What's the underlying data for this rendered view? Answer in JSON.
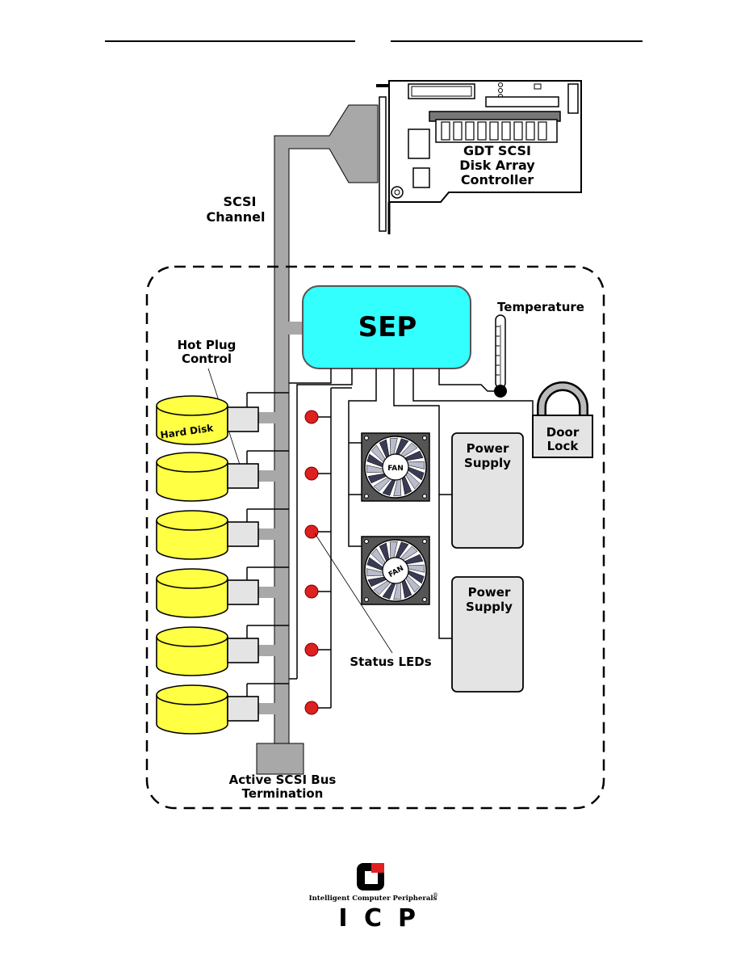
{
  "diagram": {
    "controller_label_lines": [
      "GDT SCSI",
      "Disk Array",
      "Controller"
    ],
    "scsi_channel_lines": [
      "SCSI",
      "Channel"
    ],
    "sep_label": "SEP",
    "temperature_label": "Temperature",
    "hot_plug_lines": [
      "Hot Plug",
      "Control"
    ],
    "hard_disk_label": "Hard Disk",
    "door_lock_lines": [
      "Door",
      "Lock"
    ],
    "power_supply_lines": [
      "Power",
      "Supply"
    ],
    "fan_label": "FAN",
    "status_leds_label": "Status LEDs",
    "termination_lines": [
      "Active SCSI Bus",
      "Termination"
    ],
    "disk_count": 6,
    "led_count": 6,
    "fan_count": 2,
    "power_supply_count": 2
  },
  "footer": {
    "company_name": "Intelligent Computer Peripherals",
    "registered_mark": "®",
    "logo_letters": [
      "I",
      "C",
      "P"
    ]
  },
  "colors": {
    "bus_gray": "#a8a8a8",
    "sep_fill": "#33ffff",
    "disk_fill": "#ffff44",
    "led_red": "#dd2020",
    "box_gray": "#e4e4e4",
    "logo_red": "#e02020"
  }
}
